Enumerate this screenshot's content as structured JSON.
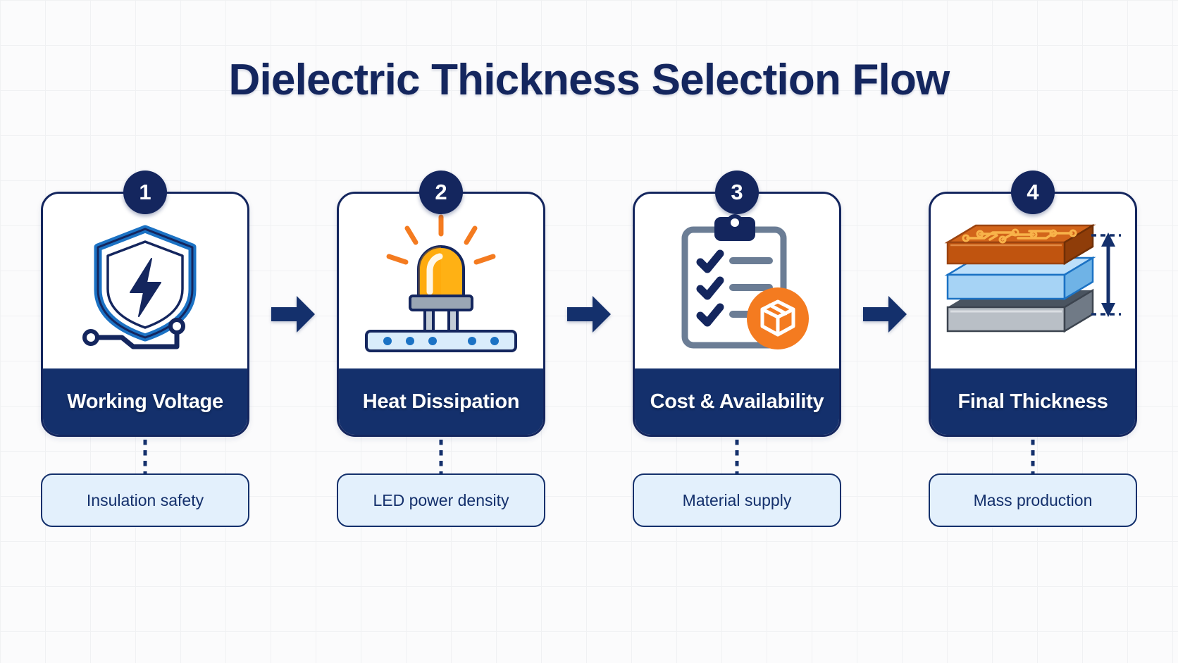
{
  "title": "Dielectric Thickness Selection Flow",
  "colors": {
    "navy": "#14265e",
    "banner_navy": "#14306c",
    "accent_blue": "#1b72c4",
    "light_blue": "#e3f0fc",
    "orange": "#f47b20",
    "amber": "#ffb114",
    "gray": "#9aa6b4",
    "background": "#fbfbfc"
  },
  "steps": [
    {
      "number": "1",
      "label": "Working Voltage",
      "sub_label": "Insulation safety",
      "icon": "shield-bolt-circuit-icon"
    },
    {
      "number": "2",
      "label": "Heat Dissipation",
      "sub_label": "LED power density",
      "icon": "glowing-led-on-pcb-icon"
    },
    {
      "number": "3",
      "label": "Cost & Availability",
      "sub_label": "Material supply",
      "icon": "clipboard-checklist-package-icon"
    },
    {
      "number": "4",
      "label": "Final Thickness",
      "sub_label": "Mass production",
      "icon": "pcb-layer-stack-dimension-icon"
    }
  ],
  "connectors": [
    {
      "name": "arrow-1-to-2",
      "glyph": "right-arrow-icon"
    },
    {
      "name": "arrow-2-to-3",
      "glyph": "right-arrow-icon"
    },
    {
      "name": "arrow-3-to-4",
      "glyph": "right-arrow-icon"
    }
  ]
}
